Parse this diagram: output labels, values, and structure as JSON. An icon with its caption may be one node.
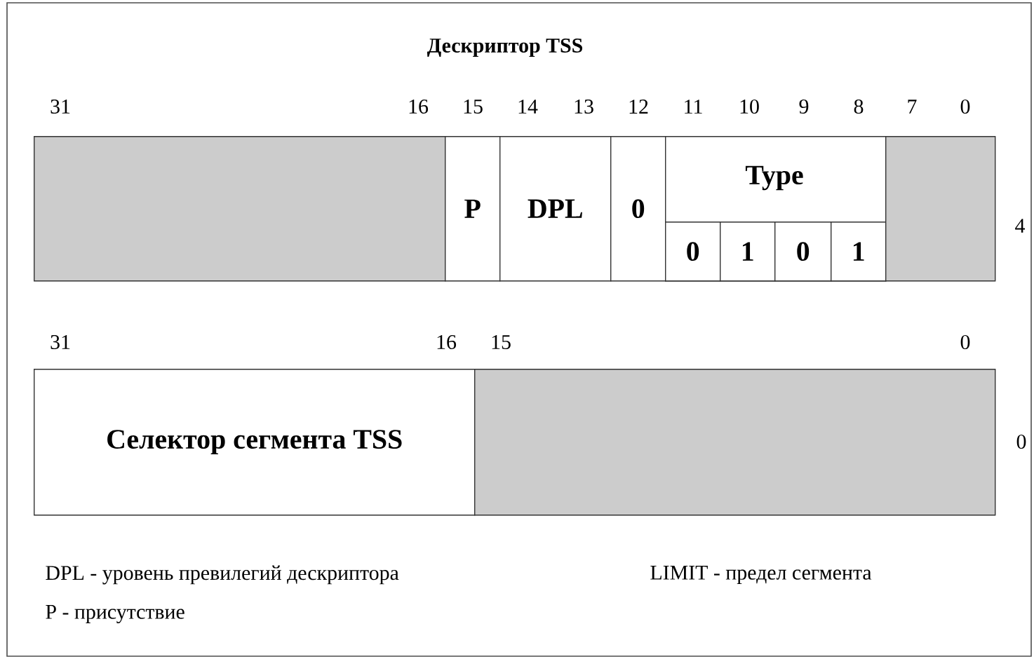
{
  "diagram": {
    "title": "Дескриптор TSS",
    "nodes": [
      {
        "text": [],
        "shape": "box"
      },
      {
        "text": [
          "P"
        ]
      },
      {
        "text": [
          "DPL"
        ]
      },
      {
        "text": [
          "0"
        ]
      },
      {
        "text": [
          "Type"
        ]
      },
      {
        "text": [
          "0"
        ],
        "in": 4
      },
      {
        "text": [
          "1"
        ],
        "in": 4
      },
      {
        "text": [
          "0"
        ],
        "in": 4
      },
      {
        "text": [
          "1"
        ],
        "in": 4
      },
      {
        "text": [],
        "shape": "box"
      },
      {
        "text": [
          "Селектор сегмента TSS"
        ]
      },
      {
        "text": [],
        "shape": "box"
      }
    ],
    "labels": [
      "31",
      "16",
      "15",
      "14",
      "13",
      "12",
      "11",
      "10",
      "9",
      "8",
      "7",
      "0",
      "4",
      "31",
      "16",
      "15",
      "0",
      "0",
      "DPL - уровень превилегий дескриптора",
      "LIMIT - предел сегмента",
      "P - присутствие"
    ]
  }
}
